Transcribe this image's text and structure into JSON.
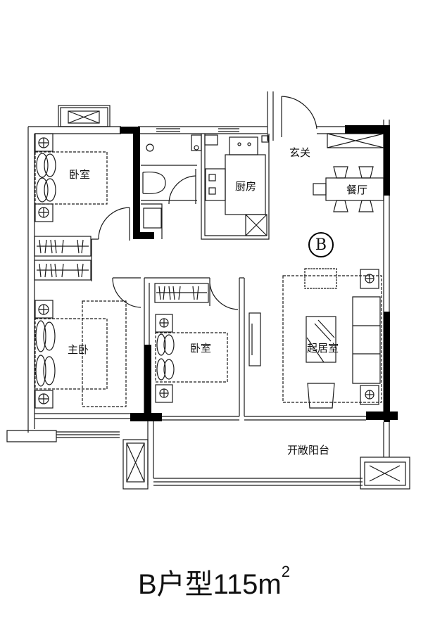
{
  "plan": {
    "type": "apartment-floor-plan",
    "unit_marker": "B",
    "rooms": [
      {
        "id": "bedroom-north",
        "label": "卧室"
      },
      {
        "id": "kitchen",
        "label": "厨房"
      },
      {
        "id": "foyer",
        "label": "玄关"
      },
      {
        "id": "dining",
        "label": "餐厅"
      },
      {
        "id": "master-bedroom",
        "label": "主卧"
      },
      {
        "id": "bedroom-middle",
        "label": "卧室"
      },
      {
        "id": "living-room",
        "label": "起居室"
      },
      {
        "id": "open-balcony",
        "label": "开敞阳台"
      }
    ],
    "colors": {
      "wall_solid": "#000000",
      "line": "#1a1a1a",
      "background": "#ffffff"
    }
  },
  "caption": {
    "prefix": "B户型115m",
    "superscript": "2"
  }
}
